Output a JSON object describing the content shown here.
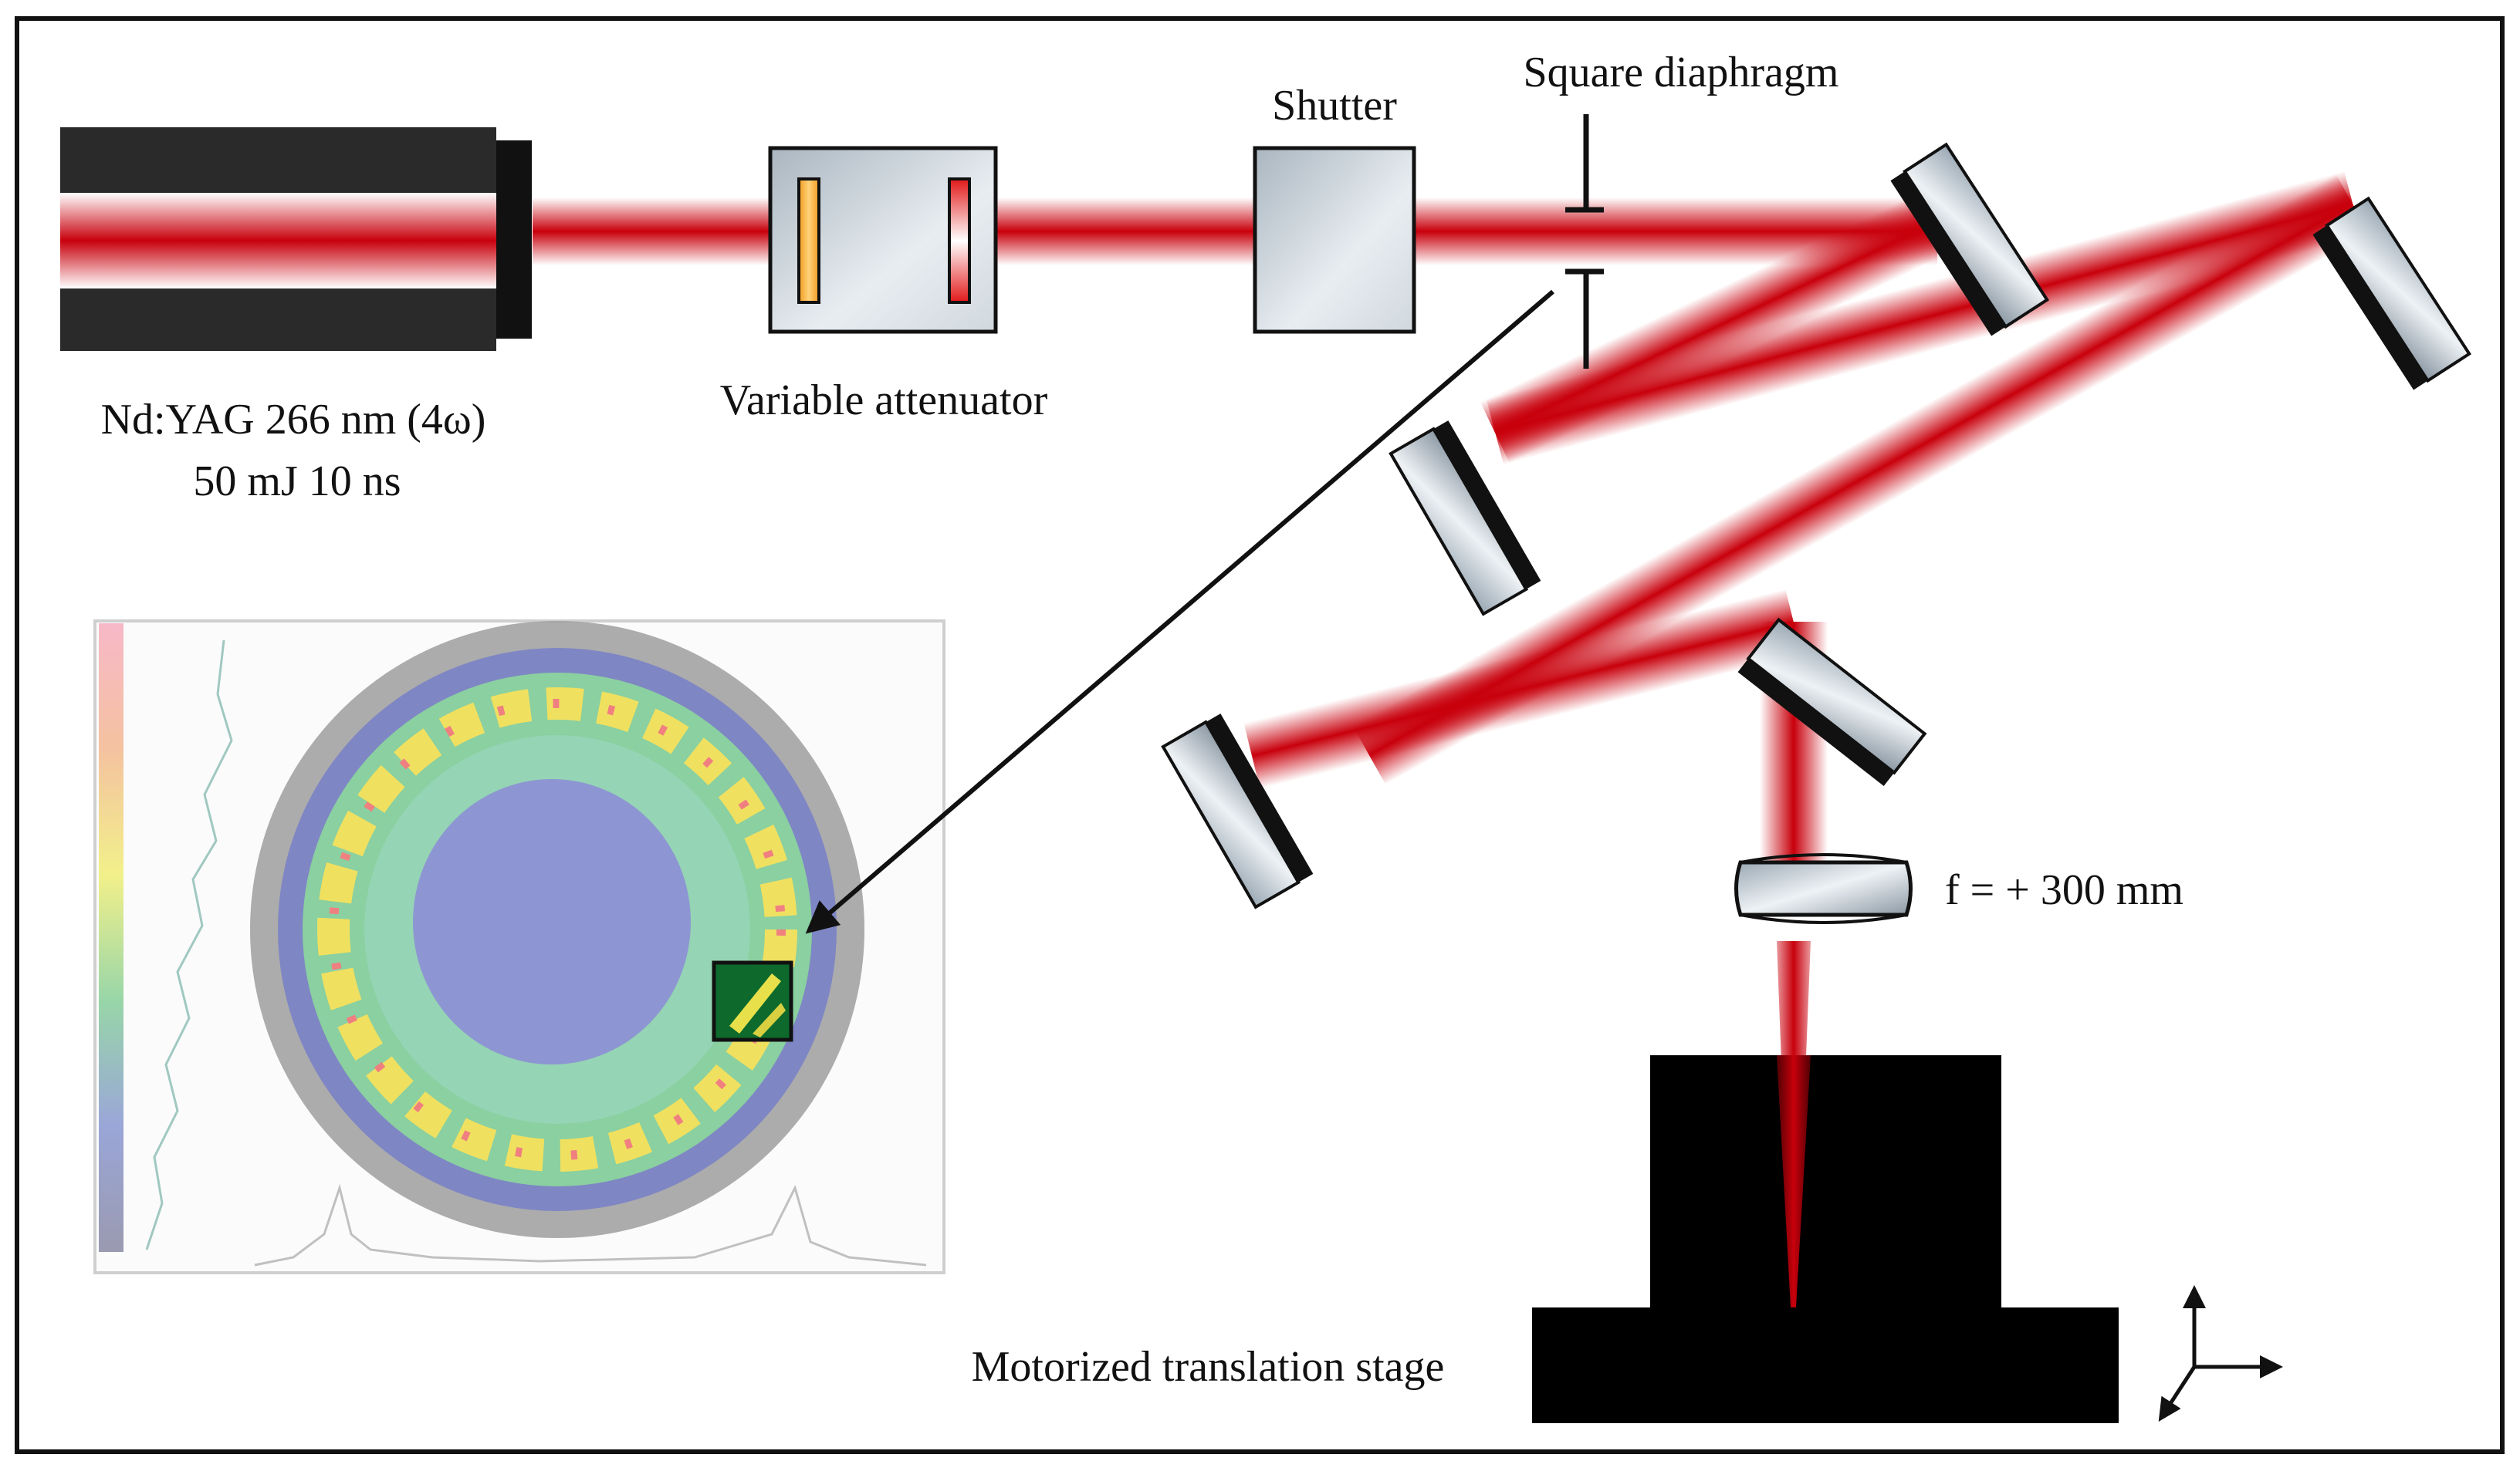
{
  "labels": {
    "laser_line1": "Nd:YAG 266 nm (4ω)",
    "laser_line2": "50 mJ 10 ns",
    "attenuator": "Variable attenuator",
    "shutter": "Shutter",
    "diaphragm": "Square diaphragm",
    "lens": "f = + 300 mm",
    "stage": "Motorized translation stage"
  },
  "colors": {
    "beam": "#c8000c",
    "frame": "#111111",
    "housing": "#2a2a2a",
    "optic_face": "#c9d1d8",
    "profile_yellow": "#f0e060",
    "profile_green": "#8ad0a0",
    "profile_blue": "#7a86c8"
  },
  "icons": {
    "axes": "xyz-axes-icon",
    "arrow": "long-arrow-icon"
  }
}
